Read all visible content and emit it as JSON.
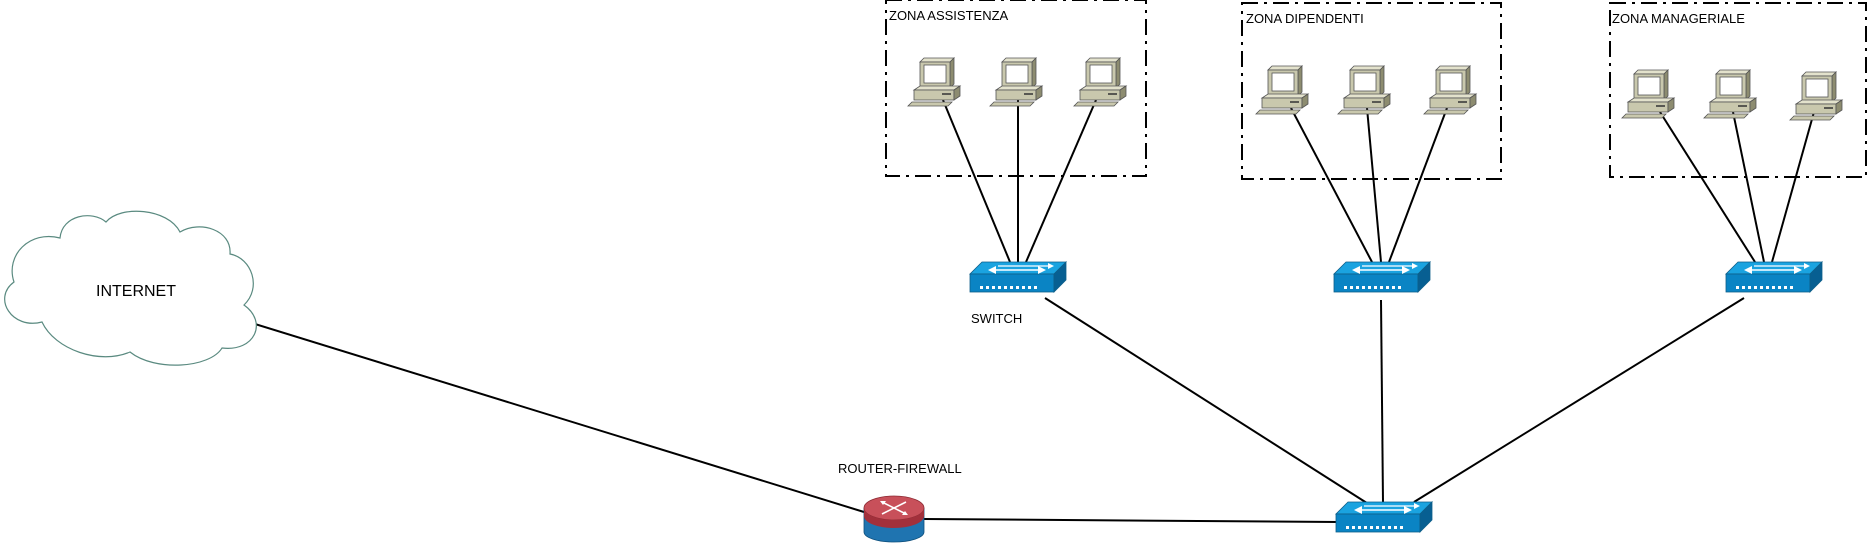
{
  "diagram": {
    "cloud_label": "INTERNET",
    "router_label": "ROUTER-FIREWALL",
    "switch_label": "SWITCH",
    "zones": [
      {
        "label": "ZONA ASSISTENZA",
        "pc_count": 3
      },
      {
        "label": "ZONA DIPENDENTI",
        "pc_count": 3
      },
      {
        "label": "ZONA MANAGERIALE",
        "pc_count": 3
      }
    ]
  },
  "colors": {
    "switch_top": "#1aa3e0",
    "switch_front": "#0a84c4",
    "switch_side": "#075f92",
    "router_top": "#c8505a",
    "router_body": "#1f74b0",
    "pc_body": "#c9c8ad",
    "pc_dark": "#6d6c55",
    "cloud_stroke": "#5a8a80",
    "line": "#000000"
  }
}
